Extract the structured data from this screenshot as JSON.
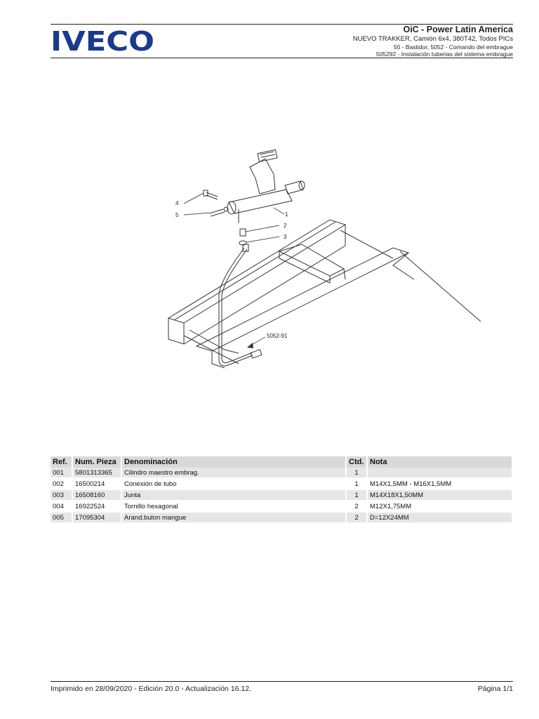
{
  "header": {
    "logo_text": "IVECO",
    "title": "OiC - Power Latin America",
    "vehicle": "NUEVO TRAKKER, Camión 6x4, 380T42, Todos PICs",
    "group": "50 - Bastidor, 5052 - Comando del embrague",
    "subgroup": "505292 - Instalación tuberias del sistema embrague"
  },
  "diagram": {
    "callouts": [
      "1",
      "2",
      "3",
      "4",
      "5"
    ],
    "figure_code": "5052-91"
  },
  "table": {
    "headers": {
      "ref": "Ref.",
      "num_pieza": "Num. Pieza",
      "denominacion": "Denominación",
      "ctd": "Ctd.",
      "nota": "Nota"
    },
    "rows": [
      {
        "ref": "001",
        "num_pieza": "5801313365",
        "denominacion": "Cilindro maestro embrag.",
        "ctd": "1",
        "nota": ""
      },
      {
        "ref": "002",
        "num_pieza": "16500214",
        "denominacion": "Conexión de tubo",
        "ctd": "1",
        "nota": "M14X1,5MM - M16X1,5MM"
      },
      {
        "ref": "003",
        "num_pieza": "16508160",
        "denominacion": "Junta",
        "ctd": "1",
        "nota": "M14X18X1,50MM"
      },
      {
        "ref": "004",
        "num_pieza": "16922524",
        "denominacion": "Tornillo hexagonal",
        "ctd": "2",
        "nota": "M12X1,75MM"
      },
      {
        "ref": "005",
        "num_pieza": "17095304",
        "denominacion": "Arand.bulon mangue",
        "ctd": "2",
        "nota": "D=12X24MM"
      }
    ]
  },
  "footer": {
    "printed": "Imprimido en 28/09/2020 - Edición 20.0 - Actualización 16.12.",
    "page": "Página 1/1"
  },
  "colors": {
    "logo_blue": "#1a3a8c",
    "table_header_bg": "#d9d9d9",
    "row_alt_bg": "#e6e6e6"
  }
}
